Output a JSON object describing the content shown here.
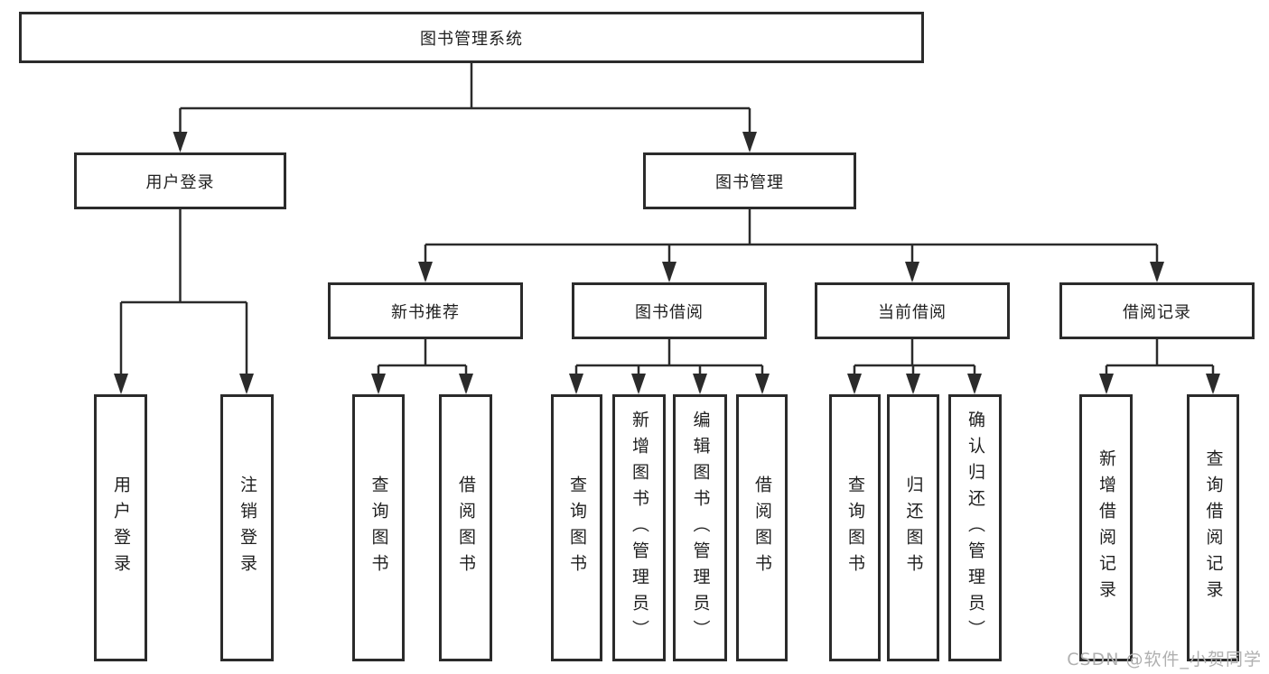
{
  "diagram": {
    "root": {
      "label": "图书管理系统",
      "children": [
        {
          "label": "用户登录",
          "children": [
            {
              "label": "用户登录"
            },
            {
              "label": "注销登录"
            }
          ]
        },
        {
          "label": "图书管理",
          "children": [
            {
              "label": "新书推荐",
              "children": [
                {
                  "label": "查询图书"
                },
                {
                  "label": "借阅图书"
                }
              ]
            },
            {
              "label": "图书借阅",
              "children": [
                {
                  "label": "查询图书"
                },
                {
                  "label": "新增图书（管理员）"
                },
                {
                  "label": "编辑图书（管理员）"
                },
                {
                  "label": "借阅图书"
                }
              ]
            },
            {
              "label": "当前借阅",
              "children": [
                {
                  "label": "查询图书"
                },
                {
                  "label": "归还图书"
                },
                {
                  "label": "确认归还（管理员）"
                }
              ]
            },
            {
              "label": "借阅记录",
              "children": [
                {
                  "label": "新增借阅记录"
                },
                {
                  "label": "查询借阅记录"
                }
              ]
            }
          ]
        }
      ]
    }
  },
  "watermark": {
    "text": "CSDN @软件_小贺同学"
  },
  "colors": {
    "line": "#2b2b2b",
    "box_border": "#2b2b2b",
    "text": "#1f1f1f",
    "watermark": "#b0b0b0",
    "background": "#ffffff"
  }
}
